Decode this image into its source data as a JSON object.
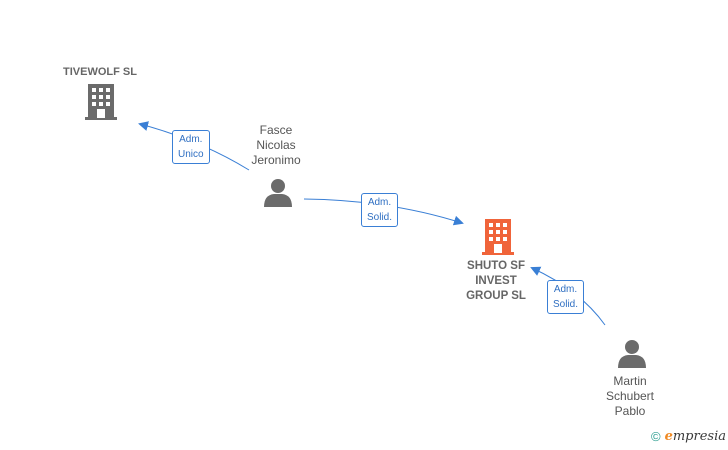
{
  "nodes": {
    "tivewolf": {
      "label": "TIVEWOLF  SL",
      "type": "company",
      "color": "#6b6b6b"
    },
    "shuto": {
      "label": "SHUTO SF\nINVEST\nGROUP  SL",
      "type": "company",
      "color": "#f0643a"
    },
    "fasce": {
      "label": "Fasce\nNicolas\nJeronimo",
      "type": "person",
      "color": "#6b6b6b"
    },
    "martin": {
      "label": "Martin\nSchubert\nPablo",
      "type": "person",
      "color": "#6b6b6b"
    }
  },
  "edges": [
    {
      "from": "fasce",
      "to": "tivewolf",
      "label": "Adm.\nUnico"
    },
    {
      "from": "fasce",
      "to": "shuto",
      "label": "Adm.\nSolid."
    },
    {
      "from": "martin",
      "to": "shuto",
      "label": "Adm.\nSolid."
    }
  ],
  "footer": {
    "copyright": "©",
    "brand_initial": "e",
    "brand_rest": "mpresia"
  },
  "colors": {
    "edge": "#3a7fd5",
    "company": "#6b6b6b",
    "highlight": "#f0643a",
    "person": "#6b6b6b"
  }
}
